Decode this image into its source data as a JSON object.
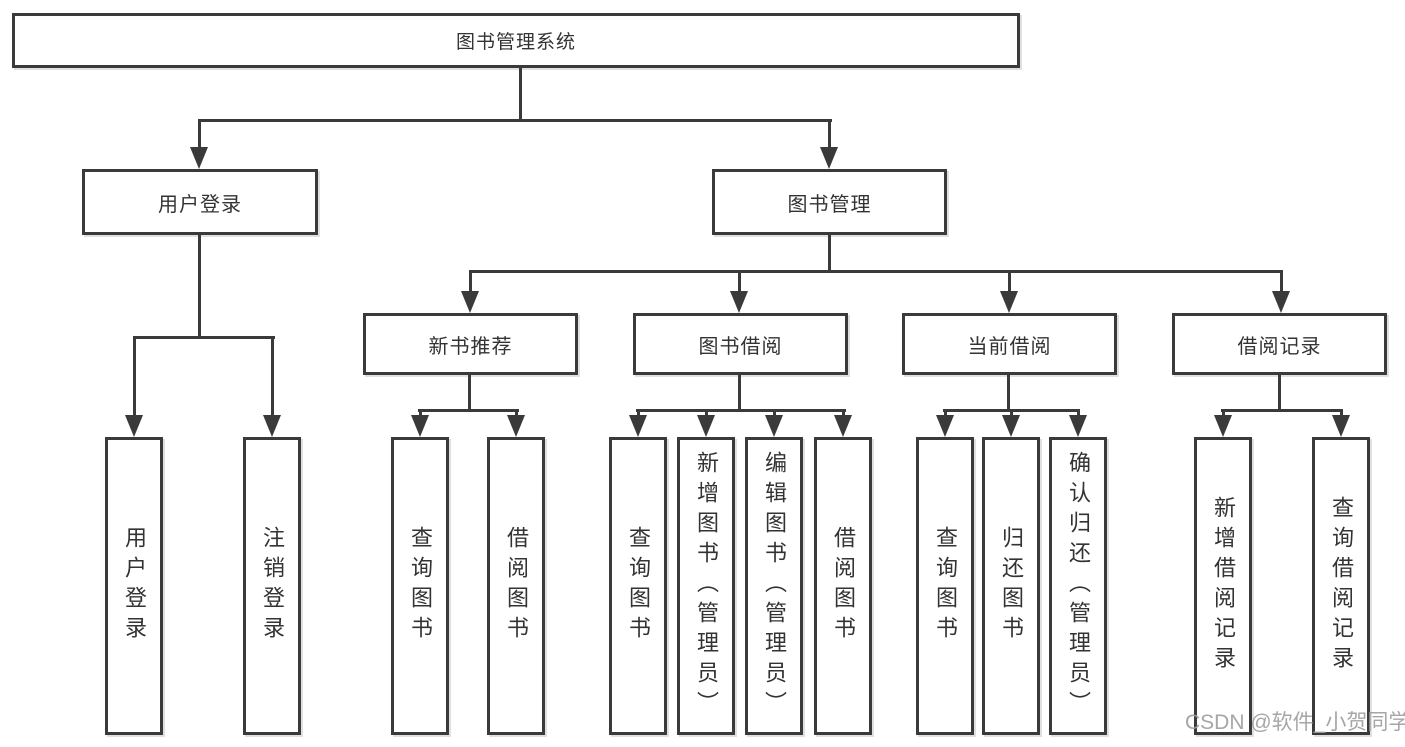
{
  "diagram_title": "图书管理系统",
  "tree": {
    "label": "图书管理系统",
    "children": [
      {
        "label": "用户登录",
        "children": [
          {
            "label": "用户登录"
          },
          {
            "label": "注销登录"
          }
        ]
      },
      {
        "label": "图书管理",
        "children": [
          {
            "label": "新书推荐",
            "children": [
              {
                "label": "查询图书"
              },
              {
                "label": "借阅图书"
              }
            ]
          },
          {
            "label": "图书借阅",
            "children": [
              {
                "label": "查询图书"
              },
              {
                "label": "新增图书（管理员）"
              },
              {
                "label": "编辑图书（管理员）"
              },
              {
                "label": "借阅图书"
              }
            ]
          },
          {
            "label": "当前借阅",
            "children": [
              {
                "label": "查询图书"
              },
              {
                "label": "归还图书"
              },
              {
                "label": "确认归还（管理员）"
              }
            ]
          },
          {
            "label": "借阅记录",
            "children": [
              {
                "label": "新增借阅记录"
              },
              {
                "label": "查询借阅记录"
              }
            ]
          }
        ]
      }
    ]
  },
  "watermark": "CSDN @软件_小贺同学",
  "colors": {
    "line": "#3a3a3a",
    "text": "#333333",
    "background": "#ffffff",
    "watermark": "#9e9e9e"
  }
}
